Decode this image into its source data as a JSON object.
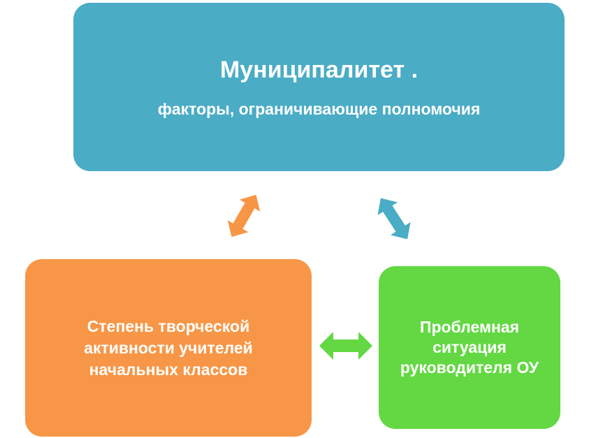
{
  "top_box": {
    "title": "Муниципалитет .",
    "subtitle": "факторы, ограничивающие полномочия",
    "color": "#4aacc5"
  },
  "left_box": {
    "text": "Степень творческой активности учителей начальных классов",
    "color": "#f79646"
  },
  "right_box": {
    "text": "Проблемная ситуация руководителя ОУ",
    "color": "#63d843"
  },
  "connectors": [
    {
      "from": "top_box",
      "to": "left_box",
      "type": "double-arrow",
      "color": "#f79646"
    },
    {
      "from": "top_box",
      "to": "right_box",
      "type": "double-arrow",
      "color": "#4aacc5"
    },
    {
      "from": "left_box",
      "to": "right_box",
      "type": "double-arrow",
      "color": "#63d843"
    }
  ]
}
